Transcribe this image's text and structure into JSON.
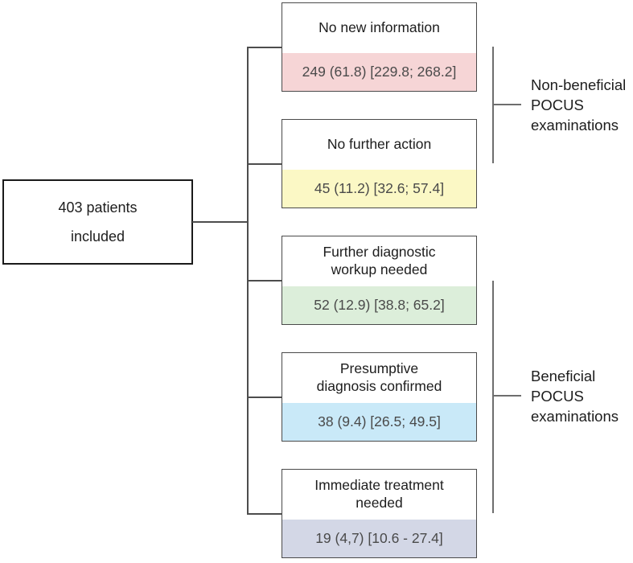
{
  "figure": {
    "type": "flowchart",
    "root": {
      "label": "403 patients\nincluded"
    },
    "outcomes": [
      {
        "label": "No new information",
        "stat": "249 (61.8) [229.8; 268.2]",
        "band_color": "#f6d5d6"
      },
      {
        "label": "No further action",
        "stat": "45 (11.2) [32.6; 57.4]",
        "band_color": "#fbf8c5"
      },
      {
        "label": "Further diagnostic\nworkup needed",
        "stat": "52 (12.9) [38.8; 65.2]",
        "band_color": "#dceeda"
      },
      {
        "label": "Presumptive\ndiagnosis confirmed",
        "stat": "38 (9.4) [26.5; 49.5]",
        "band_color": "#c9e9f8"
      },
      {
        "label": "Immediate treatment\nneeded",
        "stat": "19 (4,7) [10.6 - 27.4]",
        "band_color": "#d3d7e6"
      }
    ],
    "groups": [
      {
        "label": "Non-beneficial\nPOCUS\nexaminations"
      },
      {
        "label": "Beneficial\nPOCUS\nexaminations"
      }
    ]
  }
}
